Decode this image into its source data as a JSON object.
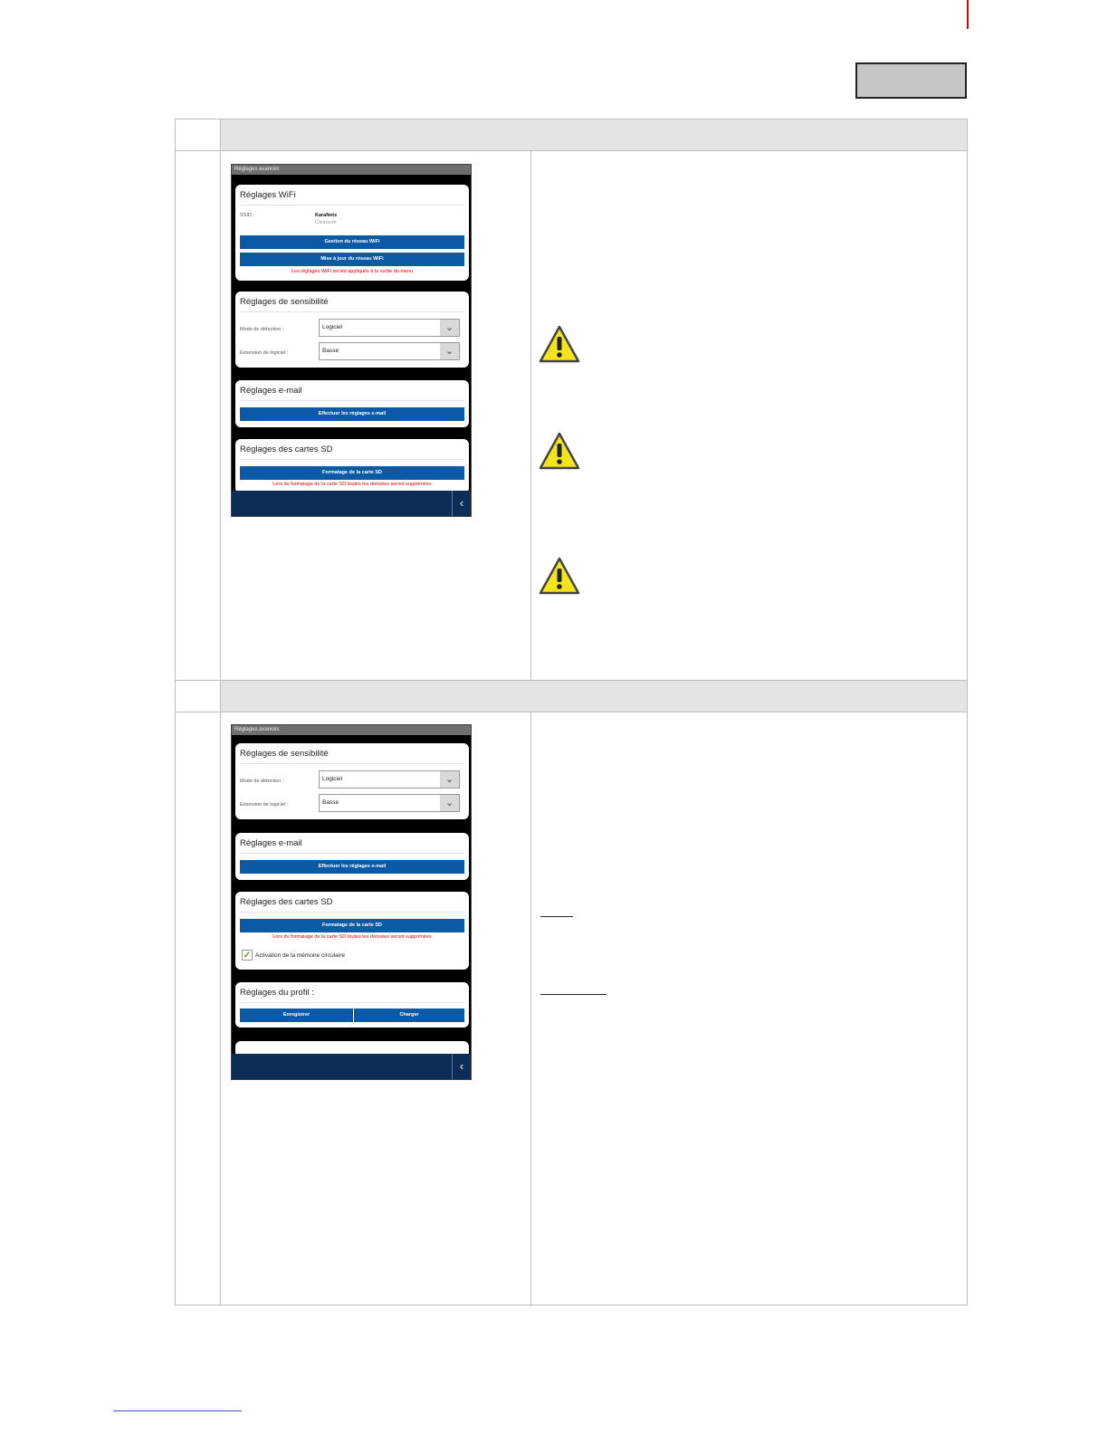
{
  "lang_box": "",
  "screen1": {
    "title_bar": "Réglages avancés",
    "wifi": {
      "title": "Réglages WiFi",
      "ssid_label": "SSID :",
      "ssid_value": "KaraNets",
      "ssid_status": "Connecté",
      "btn_manage": "Gestion du réseau WiFi",
      "btn_update": "Mise à jour du réseau WiFi",
      "note": "Les réglages WiFi seront appliqués à la sortie du menu"
    },
    "sensitivity": {
      "title": "Réglages de sensibilité",
      "mode_label": "Mode de détection :",
      "mode_value": "Logiciel",
      "ext_label": "Extension de logiciel :",
      "ext_value": "Basse"
    },
    "email": {
      "title": "Réglages e-mail",
      "btn": "Effectuer les réglages e-mail"
    },
    "sd": {
      "title": "Réglages des cartes SD",
      "btn": "Formatage de la carte SD",
      "note": "Lors du formatage de la carte SD toutes les données seront supprimées"
    },
    "back_icon": "chevron-left-icon"
  },
  "screen2": {
    "title_bar": "Réglages avancés",
    "sensitivity": {
      "title": "Réglages de sensibilité",
      "mode_label": "Mode de détection :",
      "mode_value": "Logiciel",
      "ext_label": "Extension de logiciel :",
      "ext_value": "Basse"
    },
    "email": {
      "title": "Réglages e-mail",
      "btn": "Effectuer les réglages e-mail"
    },
    "sd": {
      "title": "Réglages des cartes SD",
      "btn": "Formatage de la carte SD",
      "note": "Lors du formatage de la carte SD toutes les données seront supprimées",
      "checkbox_label": "Activation de la mémoire circulaire",
      "checked": true
    },
    "profile": {
      "title": "Réglages du profil :",
      "btn_save": "Enregistrer",
      "btn_load": "Charger"
    },
    "back_icon": "chevron-left-icon"
  },
  "colors": {
    "button_blue": "#0c5aa6",
    "bar_navy": "#0d2d57",
    "warning_red": "#e00000",
    "header_gray": "#e4e4e4",
    "warning_yellow": "#f3e51c"
  },
  "icons": [
    "warning-triangle-icon",
    "warning-triangle-icon",
    "warning-triangle-icon"
  ]
}
